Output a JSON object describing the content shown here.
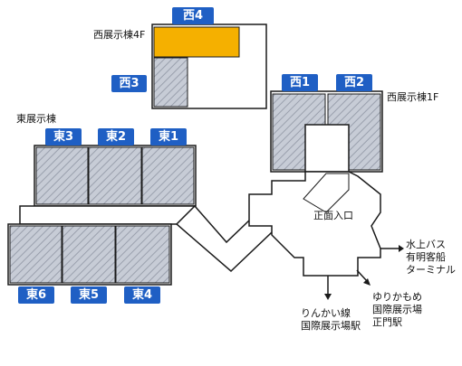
{
  "colors": {
    "outline": "#1a1a1a",
    "hatch_fill": "#c7ccd6",
    "hatch_stroke": "#9aa0ad",
    "highlight": "#f5b000",
    "badge": "#1f5fc4",
    "badge_text": "#ffffff"
  },
  "west_floor4": {
    "floor_label": "西展示棟4F",
    "hall_4": "西4",
    "hall_3": "西3",
    "highlighted_hall": "西4"
  },
  "west_floor1": {
    "floor_label": "西展示棟1F",
    "hall_1": "西1",
    "hall_2": "西2"
  },
  "east": {
    "building_label": "東展示棟",
    "halls_top": [
      "東3",
      "東2",
      "東1"
    ],
    "halls_bottom": [
      "東6",
      "東5",
      "東4"
    ]
  },
  "entrance_label": "正面入口",
  "access": {
    "water_bus": [
      "水上バス",
      "有明客船",
      "ターミナル"
    ],
    "rinkai": [
      "りんかい線",
      "国際展示場駅"
    ],
    "yurikamome": [
      "ゆりかもめ",
      "国際展示場",
      "正門駅"
    ]
  },
  "icons": {
    "arrow": "arrow-icon"
  }
}
